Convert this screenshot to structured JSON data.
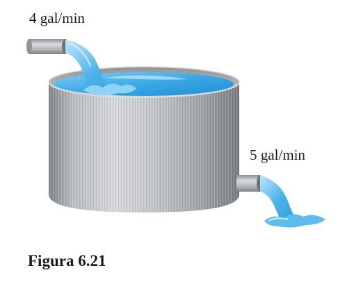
{
  "figure": {
    "inflow_label": "4 gal/min",
    "outflow_label": "5 gal/min",
    "caption": "Figura 6.21"
  },
  "colors": {
    "water": "#3aa8e6",
    "water_light": "#9bd6f5",
    "tank_metal": "#a9adb2",
    "tank_dark": "#8d9197",
    "pipe_metal": "#b3b6ba"
  }
}
